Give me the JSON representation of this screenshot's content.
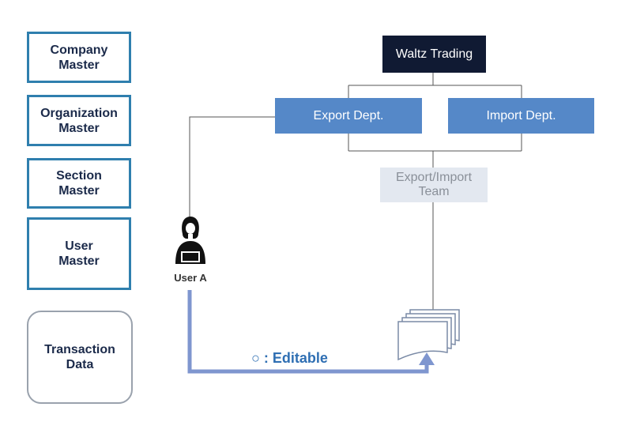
{
  "masters": {
    "company": "Company\nMaster",
    "organization": "Organization\nMaster",
    "section": "Section\nMaster",
    "user": "User\nMaster",
    "transaction": "Transaction\nData"
  },
  "org": {
    "root": "Waltz Trading",
    "export_dept": "Export Dept.",
    "import_dept": "Import Dept.",
    "team": "Export/Import\nTeam"
  },
  "user": {
    "name": "User A"
  },
  "legend": {
    "symbol": "○",
    "text": " : Editable"
  },
  "colors": {
    "master_border": "#2f7fae",
    "root_fill": "#101a33",
    "dept_fill": "#5588c8",
    "team_fill": "#e3e8f0",
    "arrow": "#7f96cf",
    "legend_text": "#2f6fb3"
  }
}
